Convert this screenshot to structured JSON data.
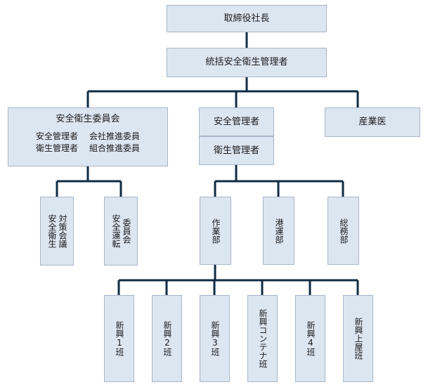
{
  "org": {
    "ceo": "取締役社長",
    "general_manager": "統括安全衛生管理者",
    "committee": {
      "title": "安全衛生委員会",
      "members": [
        "安全管理者",
        "会社推進委員",
        "衛生管理者",
        "組合推進委員"
      ]
    },
    "safety_manager": "安全管理者",
    "hygiene_manager": "衛生管理者",
    "industrial_doctor": "産業医",
    "subcommittee_1": [
      "安全衛生",
      "対策会議"
    ],
    "subcommittee_2": [
      "安全運転",
      "委員会"
    ],
    "dept_work": "作業部",
    "dept_port": "港運部",
    "dept_general": "総務部",
    "teams": [
      "新興1班",
      "新興2班",
      "新興3班",
      "新興コンテナ班",
      "新興4班",
      "新興上屋班"
    ]
  }
}
